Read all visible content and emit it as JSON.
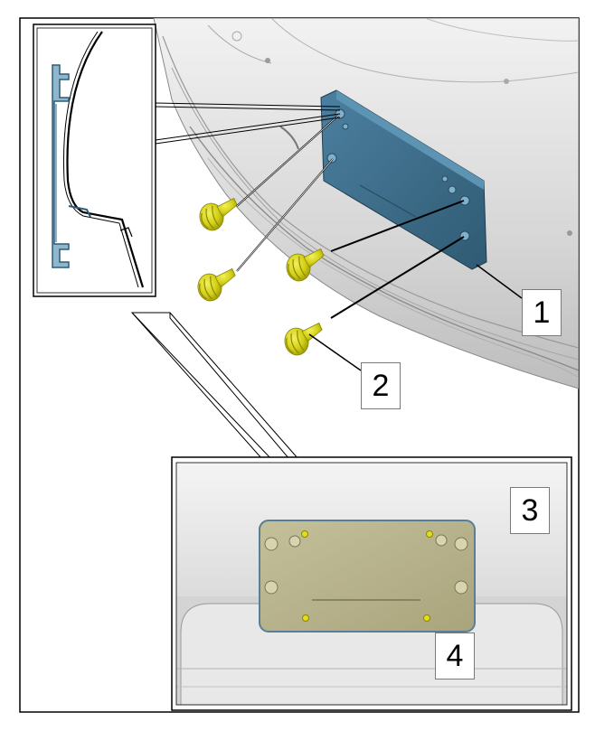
{
  "callouts": [
    {
      "number": "1",
      "part": "license-plate-bracket"
    },
    {
      "number": "2",
      "part": "expanding-rivet"
    },
    {
      "number": "3",
      "part": "license-plate-bracket-installed"
    },
    {
      "number": "4",
      "part": "mounting-point"
    }
  ],
  "colors": {
    "bracket_blue": "#3d6e8a",
    "rivet_yellow": "#d8d61a",
    "bumper_gray": "#dcdcdc",
    "detail_bracket": "#b8b489",
    "outline": "#000000"
  },
  "icons": {
    "rivet": "expanding-rivet-icon",
    "bracket": "license-plate-bracket"
  }
}
